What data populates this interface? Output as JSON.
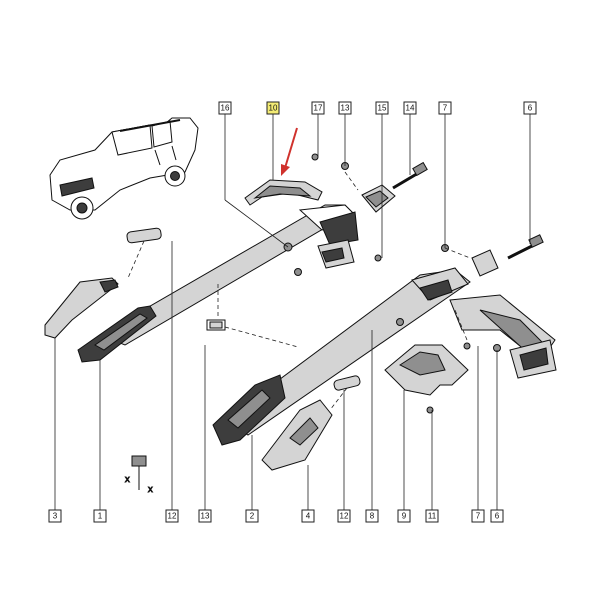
{
  "diagram": {
    "highlight_color": "#f4ec74",
    "arrow_color": "#d0322d",
    "callouts_top": [
      "16",
      "10",
      "17",
      "13",
      "15",
      "14",
      "7",
      "6"
    ],
    "callouts_bottom": [
      "3",
      "1",
      "12",
      "13",
      "2",
      "4",
      "12",
      "8",
      "9",
      "11",
      "7",
      "6"
    ],
    "highlighted": "10"
  }
}
